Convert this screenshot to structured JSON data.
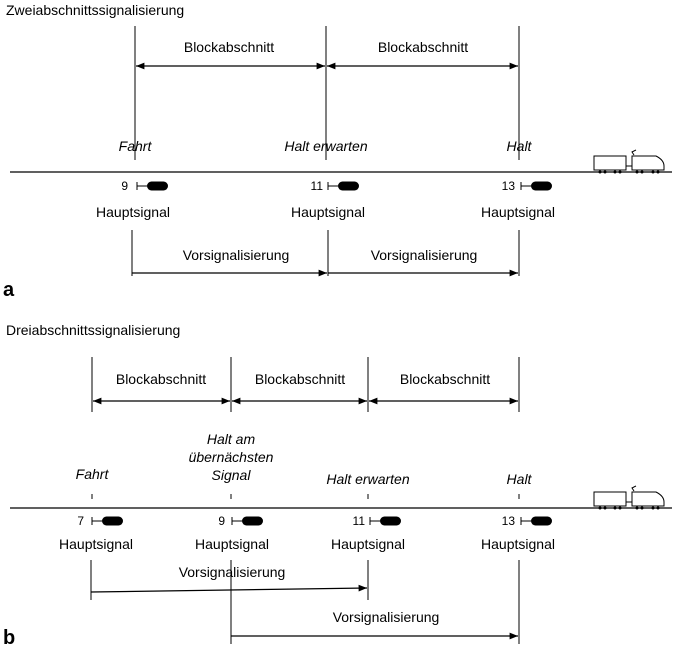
{
  "panel_a": {
    "letter": "a",
    "title": "Zweiabschnittssignalisierung",
    "blocks": [
      "Blockabschnitt",
      "Blockabschnitt"
    ],
    "aspects": [
      "Fahrt",
      "Halt erwarten",
      "Halt"
    ],
    "signal_numbers": [
      "9",
      "11",
      "13"
    ],
    "signal_labels": [
      "Hauptsignal",
      "Hauptsignal",
      "Hauptsignal"
    ],
    "distant_labels": [
      "Vorsignalisierung",
      "Vorsignalisierung"
    ]
  },
  "panel_b": {
    "letter": "b",
    "title": "Dreiabschnittssignalisierung",
    "blocks": [
      "Blockabschnitt",
      "Blockabschnitt",
      "Blockabschnitt"
    ],
    "aspects": [
      "Fahrt",
      "Halt am",
      "übernächsten",
      "Signal",
      "Halt erwarten",
      "Halt"
    ],
    "signal_numbers": [
      "7",
      "9",
      "11",
      "13"
    ],
    "signal_labels": [
      "Hauptsignal",
      "Hauptsignal",
      "Hauptsignal",
      "Hauptsignal"
    ],
    "distant_labels": [
      "Vorsignalisierung",
      "Vorsignalisierung"
    ]
  },
  "colors": {
    "line": "#000000",
    "background": "#ffffff"
  },
  "icons": {
    "signal": "signal-icon",
    "train": "train-icon"
  }
}
